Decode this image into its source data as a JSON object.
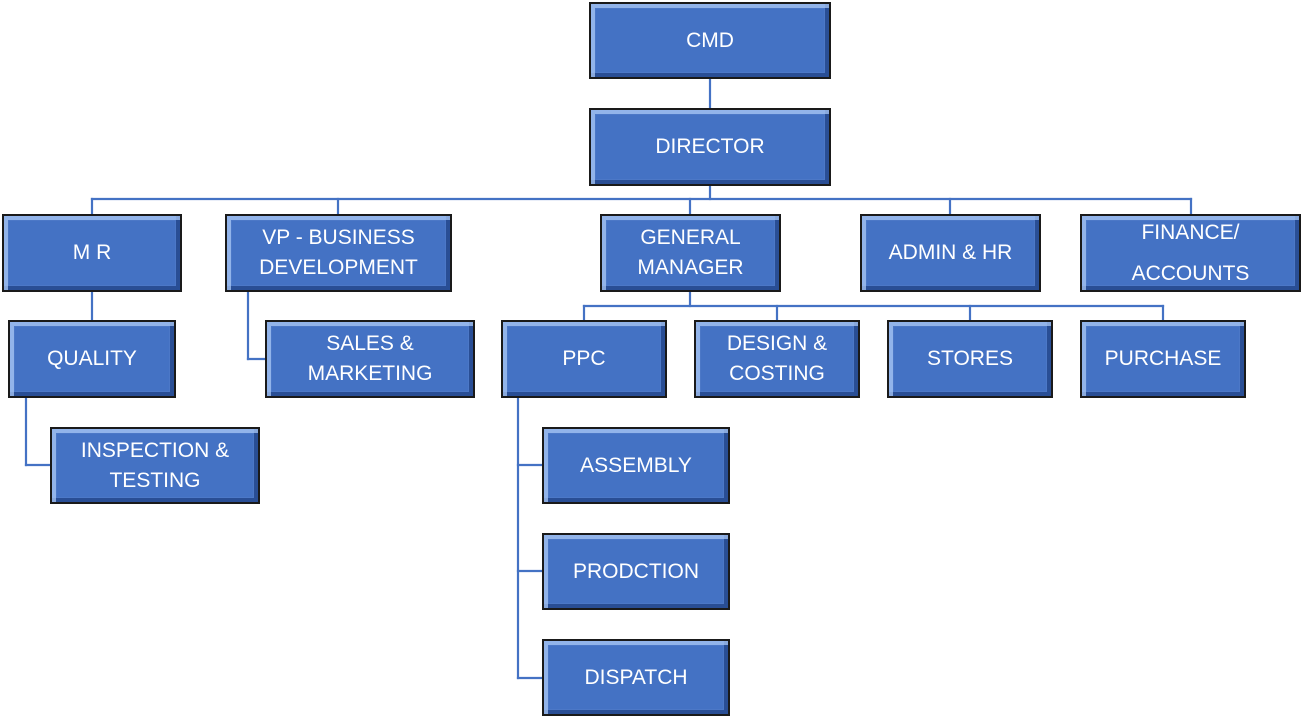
{
  "org_chart": {
    "cmd": "CMD",
    "director": "DIRECTOR",
    "mr": "M R",
    "vp_business_development": "VP - BUSINESS\nDEVELOPMENT",
    "general_manager": "GENERAL\nMANAGER",
    "admin_hr": "ADMIN & HR",
    "finance_accounts": "FINANCE/\nACCOUNTS",
    "quality": "QUALITY",
    "inspection_testing": "INSPECTION &\nTESTING",
    "sales_marketing": "SALES &\nMARKETING",
    "ppc": "PPC",
    "design_costing": "DESIGN &\nCOSTING",
    "stores": "STORES",
    "purchase": "PURCHASE",
    "assembly": "ASSEMBLY",
    "production": "PRODCTION",
    "dispatch": "DISPATCH"
  },
  "colors": {
    "box_fill": "#4472c4",
    "connector": "#4472c4",
    "box_border": "#1a1a1a",
    "text": "#ffffff"
  }
}
